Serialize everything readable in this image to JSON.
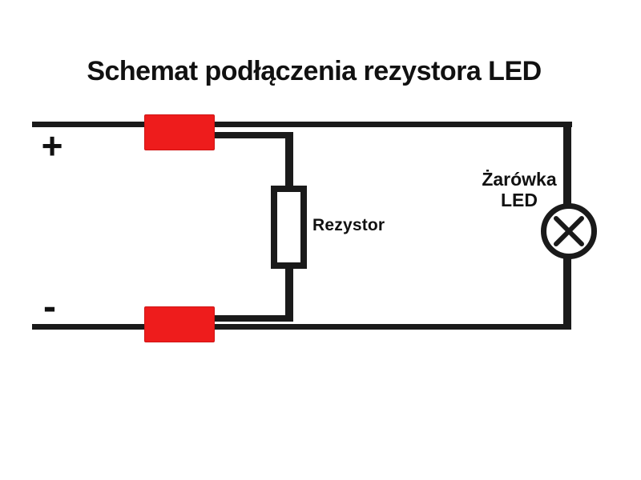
{
  "title": "Schemat podłączenia rezystora LED",
  "diagram": {
    "type": "circuit-schematic",
    "description_visible_elements": "loop circuit: positive top wire, negative bottom wire, two red inline connector blocks, parallel branch with resistor, LED bulb lamp symbol on right side",
    "labels": {
      "positive_terminal": "+",
      "negative_terminal": "-",
      "resistor": "Rezystor",
      "bulb_line1": "Żarówka",
      "bulb_line2": "LED"
    },
    "colors": {
      "wire": "#1a1a1a",
      "connector_block": "#ee1c1c",
      "background": "#ffffff",
      "text": "#111111"
    }
  }
}
